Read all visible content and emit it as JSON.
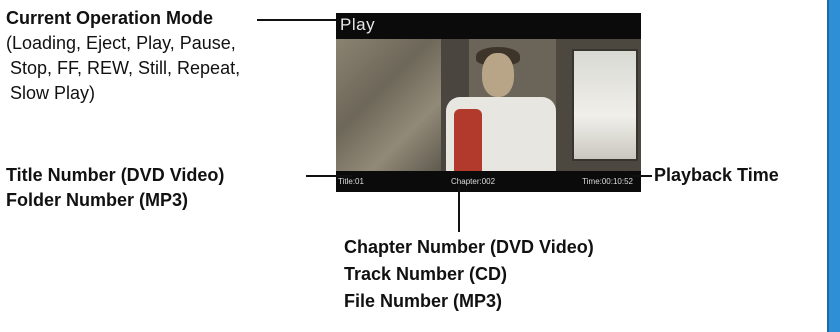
{
  "callouts": {
    "operation_mode_title": "Current Operation Mode",
    "operation_mode_list": [
      "(Loading, Eject, Play, Pause,",
      "Stop, FF, REW, Still, Repeat,",
      "Slow Play)"
    ],
    "title_number": "Title Number (DVD Video)",
    "folder_number": "Folder Number (MP3)",
    "playback_time": "Playback Time",
    "chapter_number": "Chapter Number (DVD Video)",
    "track_number": "Track Number (CD)",
    "file_number": "File Number (MP3)"
  },
  "screen": {
    "mode_text": "Play",
    "title_text": "Title:01",
    "chapter_text": "Chapter:002",
    "time_text": "Time:00:10:52"
  },
  "colors": {
    "accent_bar": "#2f8fd6",
    "screen_bg": "#0b0b0b",
    "text": "#111111"
  }
}
